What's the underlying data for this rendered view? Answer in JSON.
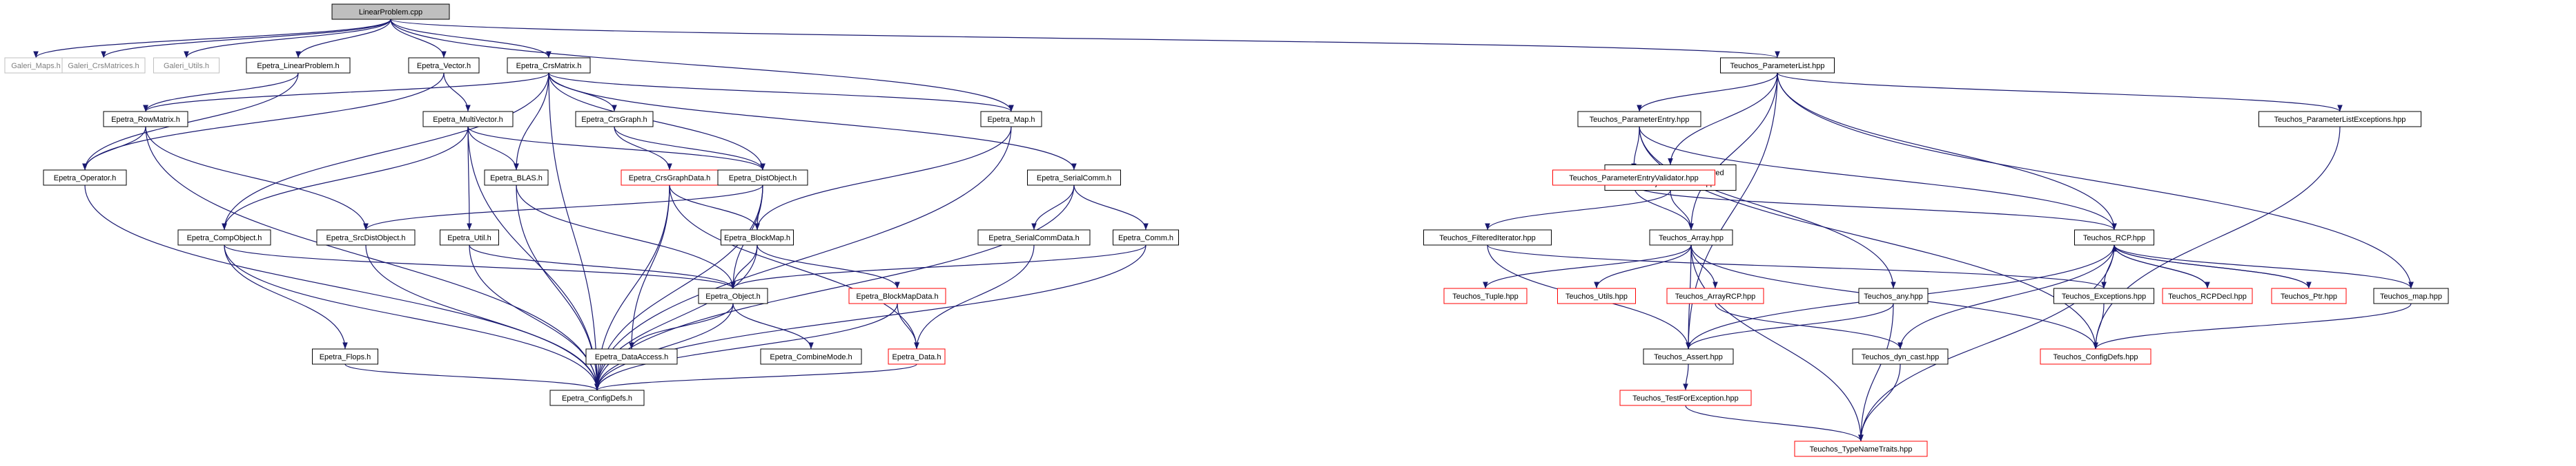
{
  "colors": {
    "edge": "#191970",
    "node_border": "#000000",
    "root_fill": "#bfbfbf",
    "grey_border": "#bfbfbf",
    "grey_text": "#7f7f7f",
    "red_border": "#ff0000",
    "text": "#000000"
  },
  "nodes": [
    {
      "id": "lp",
      "label": "LinearProblem.cpp",
      "style": "root"
    },
    {
      "id": "gmaps",
      "label": "Galeri_Maps.h",
      "style": "grey"
    },
    {
      "id": "gcrs",
      "label": "Galeri_CrsMatrices.h",
      "style": "grey"
    },
    {
      "id": "gutils",
      "label": "Galeri_Utils.h",
      "style": "grey"
    },
    {
      "id": "elp",
      "label": "Epetra_LinearProblem.h",
      "style": "normal"
    },
    {
      "id": "evec",
      "label": "Epetra_Vector.h",
      "style": "normal"
    },
    {
      "id": "ecrsm",
      "label": "Epetra_CrsMatrix.h",
      "style": "normal"
    },
    {
      "id": "tpl",
      "label": "Teuchos_ParameterList.hpp",
      "style": "normal"
    },
    {
      "id": "erow",
      "label": "Epetra_RowMatrix.h",
      "style": "normal"
    },
    {
      "id": "emv",
      "label": "Epetra_MultiVector.h",
      "style": "normal"
    },
    {
      "id": "ecrsg",
      "label": "Epetra_CrsGraph.h",
      "style": "normal"
    },
    {
      "id": "emap",
      "label": "Epetra_Map.h",
      "style": "normal"
    },
    {
      "id": "eop",
      "label": "Epetra_Operator.h",
      "style": "normal"
    },
    {
      "id": "eblas",
      "label": "Epetra_BLAS.h",
      "style": "normal"
    },
    {
      "id": "ecgd",
      "label": "Epetra_CrsGraphData.h",
      "style": "red"
    },
    {
      "id": "edist",
      "label": "Epetra_DistObject.h",
      "style": "normal"
    },
    {
      "id": "escomm",
      "label": "Epetra_SerialComm.h",
      "style": "normal"
    },
    {
      "id": "ecomp",
      "label": "Epetra_CompObject.h",
      "style": "normal"
    },
    {
      "id": "esrc",
      "label": "Epetra_SrcDistObject.h",
      "style": "normal"
    },
    {
      "id": "eutil",
      "label": "Epetra_Util.h",
      "style": "normal"
    },
    {
      "id": "ebm",
      "label": "Epetra_BlockMap.h",
      "style": "normal"
    },
    {
      "id": "escd",
      "label": "Epetra_SerialCommData.h",
      "style": "normal"
    },
    {
      "id": "ecomm",
      "label": "Epetra_Comm.h",
      "style": "normal"
    },
    {
      "id": "eobj",
      "label": "Epetra_Object.h",
      "style": "normal"
    },
    {
      "id": "ebmd",
      "label": "Epetra_BlockMapData.h",
      "style": "red"
    },
    {
      "id": "eflops",
      "label": "Epetra_Flops.h",
      "style": "normal"
    },
    {
      "id": "eda",
      "label": "Epetra_DataAccess.h",
      "style": "normal"
    },
    {
      "id": "ecm",
      "label": "Epetra_CombineMode.h",
      "style": "normal"
    },
    {
      "id": "edata",
      "label": "Epetra_Data.h",
      "style": "red"
    },
    {
      "id": "ecfg",
      "label": "Epetra_ConfigDefs.h",
      "style": "normal"
    },
    {
      "id": "tpe",
      "label": "Teuchos_ParameterEntry.hpp",
      "style": "normal"
    },
    {
      "id": "tple",
      "label": "Teuchos_ParameterListExceptions.hpp",
      "style": "normal"
    },
    {
      "id": "tsiov",
      "label": [
        "Teuchos_StringIndexedOrdered",
        "ValueObjectContainer.hpp"
      ],
      "style": "normal"
    },
    {
      "id": "tpev",
      "label": "Teuchos_ParameterEntryValidator.hpp",
      "style": "red"
    },
    {
      "id": "tfi",
      "label": "Teuchos_FilteredIterator.hpp",
      "style": "normal"
    },
    {
      "id": "tarr",
      "label": "Teuchos_Array.hpp",
      "style": "normal"
    },
    {
      "id": "trcp",
      "label": "Teuchos_RCP.hpp",
      "style": "normal"
    },
    {
      "id": "ttuple",
      "label": "Teuchos_Tuple.hpp",
      "style": "red"
    },
    {
      "id": "tutils",
      "label": "Teuchos_Utils.hpp",
      "style": "red"
    },
    {
      "id": "tarcp",
      "label": "Teuchos_ArrayRCP.hpp",
      "style": "red"
    },
    {
      "id": "tany",
      "label": "Teuchos_any.hpp",
      "style": "normal"
    },
    {
      "id": "texc",
      "label": "Teuchos_Exceptions.hpp",
      "style": "normal"
    },
    {
      "id": "trcpd",
      "label": "Teuchos_RCPDecl.hpp",
      "style": "red"
    },
    {
      "id": "tptr",
      "label": "Teuchos_Ptr.hpp",
      "style": "red"
    },
    {
      "id": "tmap",
      "label": "Teuchos_map.hpp",
      "style": "normal"
    },
    {
      "id": "tassert",
      "label": "Teuchos_Assert.hpp",
      "style": "normal"
    },
    {
      "id": "tdyn",
      "label": "Teuchos_dyn_cast.hpp",
      "style": "normal"
    },
    {
      "id": "tcfg",
      "label": "Teuchos_ConfigDefs.hpp",
      "style": "red"
    },
    {
      "id": "ttfe",
      "label": "Teuchos_TestForException.hpp",
      "style": "red"
    },
    {
      "id": "ttnt",
      "label": "Teuchos_TypeNameTraits.hpp",
      "style": "red"
    }
  ],
  "edges": [
    [
      "lp",
      "gmaps"
    ],
    [
      "lp",
      "gcrs"
    ],
    [
      "lp",
      "gutils"
    ],
    [
      "lp",
      "elp"
    ],
    [
      "lp",
      "evec"
    ],
    [
      "lp",
      "ecrsm"
    ],
    [
      "lp",
      "emap"
    ],
    [
      "lp",
      "tpl"
    ],
    [
      "elp",
      "erow"
    ],
    [
      "elp",
      "eop"
    ],
    [
      "evec",
      "emv"
    ],
    [
      "evec",
      "eop"
    ],
    [
      "ecrsm",
      "erow"
    ],
    [
      "ecrsm",
      "ecrsg"
    ],
    [
      "ecrsm",
      "emap"
    ],
    [
      "ecrsm",
      "eblas"
    ],
    [
      "ecrsm",
      "edist"
    ],
    [
      "ecrsm",
      "ecomp"
    ],
    [
      "ecrsm",
      "escomm"
    ],
    [
      "ecrsm",
      "ecfg"
    ],
    [
      "erow",
      "eop"
    ],
    [
      "erow",
      "esrc"
    ],
    [
      "erow",
      "ecfg"
    ],
    [
      "emv",
      "eblas"
    ],
    [
      "emv",
      "edist"
    ],
    [
      "emv",
      "ecomp"
    ],
    [
      "emv",
      "eutil"
    ],
    [
      "emv",
      "ecfg"
    ],
    [
      "ecrsg",
      "ecgd"
    ],
    [
      "ecrsg",
      "edist"
    ],
    [
      "emap",
      "ebm"
    ],
    [
      "emap",
      "ecfg"
    ],
    [
      "eop",
      "ecfg"
    ],
    [
      "eblas",
      "eobj"
    ],
    [
      "eblas",
      "ecfg"
    ],
    [
      "ecgd",
      "eda"
    ],
    [
      "ecgd",
      "ecfg"
    ],
    [
      "ecgd",
      "edata"
    ],
    [
      "ecgd",
      "ebm"
    ],
    [
      "edist",
      "esrc"
    ],
    [
      "edist",
      "ebm"
    ],
    [
      "edist",
      "eobj"
    ],
    [
      "edist",
      "ecfg"
    ],
    [
      "escomm",
      "escd"
    ],
    [
      "escomm",
      "ecomm"
    ],
    [
      "escomm",
      "ecfg"
    ],
    [
      "ecomp",
      "eobj"
    ],
    [
      "ecomp",
      "eflops"
    ],
    [
      "ecomp",
      "ecfg"
    ],
    [
      "esrc",
      "ecfg"
    ],
    [
      "eutil",
      "eobj"
    ],
    [
      "eutil",
      "ecfg"
    ],
    [
      "ebm",
      "eobj"
    ],
    [
      "ebm",
      "ebmd"
    ],
    [
      "ebm",
      "ecfg"
    ],
    [
      "escd",
      "edata"
    ],
    [
      "ecomm",
      "eobj"
    ],
    [
      "ecomm",
      "ecfg"
    ],
    [
      "eobj",
      "eda"
    ],
    [
      "eobj",
      "ecm"
    ],
    [
      "eobj",
      "ecfg"
    ],
    [
      "ebmd",
      "edata"
    ],
    [
      "ebmd",
      "ecfg"
    ],
    [
      "eflops",
      "ecfg"
    ],
    [
      "edata",
      "ecfg"
    ],
    [
      "tpl",
      "tpe"
    ],
    [
      "tpl",
      "tple"
    ],
    [
      "tpl",
      "tsiov"
    ],
    [
      "tpl",
      "tarr"
    ],
    [
      "tpl",
      "trcp"
    ],
    [
      "tpl",
      "tassert"
    ],
    [
      "tpl",
      "tmap"
    ],
    [
      "tpe",
      "tpev"
    ],
    [
      "tpe",
      "tany"
    ],
    [
      "tpe",
      "trcp"
    ],
    [
      "tpe",
      "tcfg"
    ],
    [
      "tple",
      "tcfg"
    ],
    [
      "tsiov",
      "tfi"
    ],
    [
      "tsiov",
      "tarr"
    ],
    [
      "tpev",
      "tarr"
    ],
    [
      "tpev",
      "trcp"
    ],
    [
      "tfi",
      "tassert"
    ],
    [
      "tfi",
      "texc"
    ],
    [
      "tarr",
      "ttuple"
    ],
    [
      "tarr",
      "tutils"
    ],
    [
      "tarr",
      "tarcp"
    ],
    [
      "tarr",
      "tassert"
    ],
    [
      "tarr",
      "ttnt"
    ],
    [
      "tarr",
      "tcfg"
    ],
    [
      "trcp",
      "texc"
    ],
    [
      "trcp",
      "trcpd"
    ],
    [
      "trcp",
      "tptr"
    ],
    [
      "trcp",
      "tmap"
    ],
    [
      "trcp",
      "tassert"
    ],
    [
      "trcp",
      "tdyn"
    ],
    [
      "trcp",
      "ttnt"
    ],
    [
      "tarcp",
      "tdyn"
    ],
    [
      "tany",
      "tassert"
    ],
    [
      "tany",
      "ttnt"
    ],
    [
      "texc",
      "tcfg"
    ],
    [
      "trcpd",
      "trcp"
    ],
    [
      "tptr",
      "trcp"
    ],
    [
      "tmap",
      "tcfg"
    ],
    [
      "tassert",
      "ttfe"
    ],
    [
      "tdyn",
      "ttnt"
    ],
    [
      "ttfe",
      "ttnt"
    ]
  ]
}
